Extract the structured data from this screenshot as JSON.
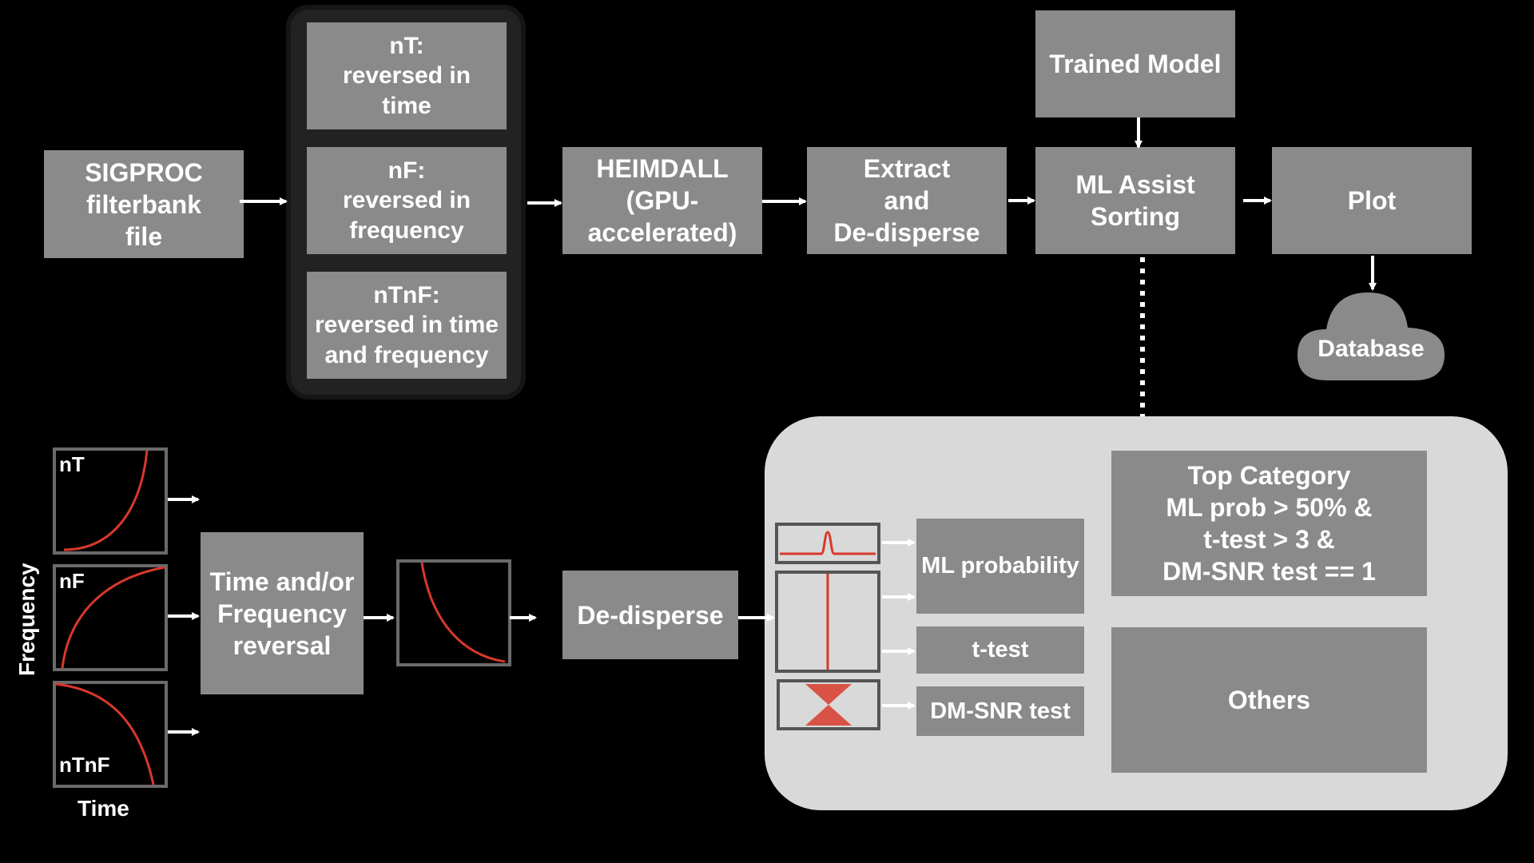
{
  "pipeline": {
    "input_file": "SIGPROC\nfilterbank\nfile",
    "variants": [
      "nT:\nreversed in\ntime",
      "nF:\nreversed in\nfrequency",
      "nTnF:\nreversed in time\nand frequency"
    ],
    "heimdall": "HEIMDALL\n(GPU-\naccelerated)",
    "extract": "Extract\nand\nDe-disperse",
    "trained_model": "Trained Model",
    "ml_assist": "ML Assist\nSorting",
    "plot": "Plot",
    "database": "Database"
  },
  "reversal": {
    "plot_labels": [
      "nT",
      "nF",
      "nTnF"
    ],
    "y_axis": "Frequency",
    "x_axis": "Time",
    "reversal_box": "Time and/or\nFrequency\nreversal",
    "dedisperse": "De-disperse"
  },
  "sorting": {
    "ml_probability": "ML probability",
    "t_test": "t-test",
    "dm_snr": "DM-SNR test",
    "top_category": "Top Category\nML prob > 50% &\nt-test > 3 &\nDM-SNR test == 1",
    "others": "Others"
  },
  "colors": {
    "background": "#000000",
    "box": "#8a8a8a",
    "panel": "#d9d9d9",
    "curve": "#d8392b"
  }
}
